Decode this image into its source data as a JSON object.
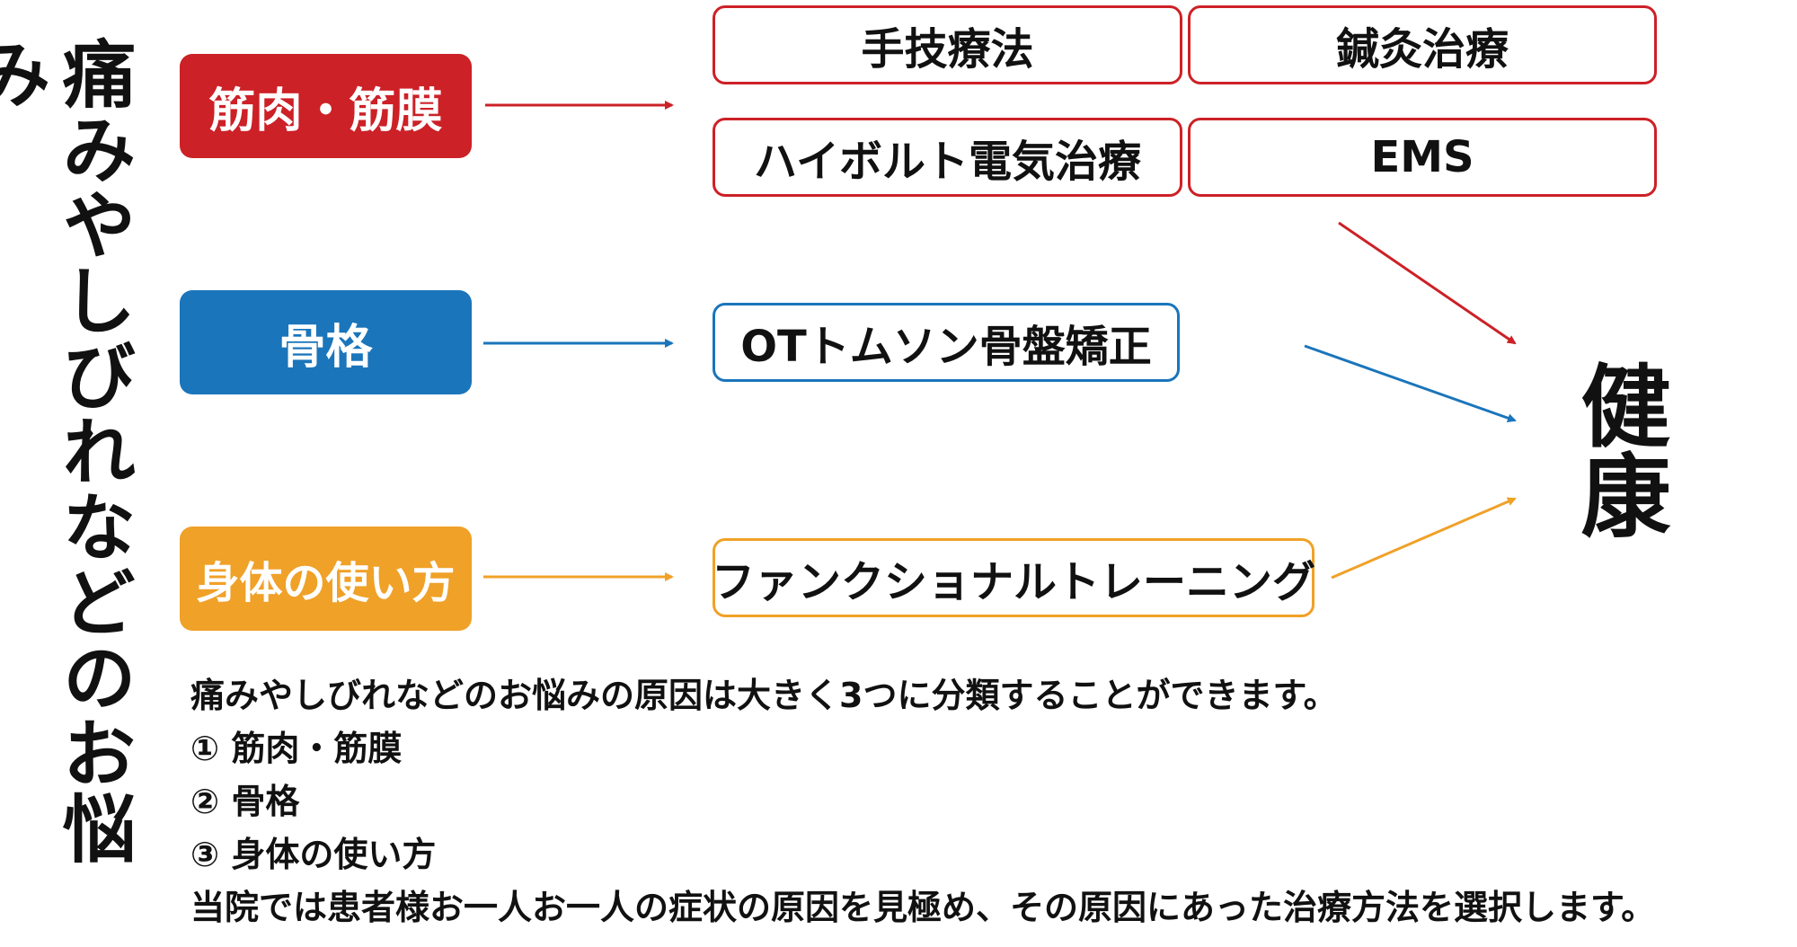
{
  "title_vertical": "痛みやしびれなどのお悩み",
  "colors": {
    "red": "#cc2127",
    "blue": "#1b75bb",
    "orange": "#f0a128"
  },
  "categories": [
    {
      "label": "筋肉・筋膜",
      "color": "red"
    },
    {
      "label": "骨格",
      "color": "blue"
    },
    {
      "label": "身体の使い方",
      "color": "orange"
    }
  ],
  "methods": {
    "manual_therapy": "手技療法",
    "acupuncture": "鍼灸治療",
    "high_volt": "ハイボルト電気治療",
    "ems": "EMS",
    "thompson": "OTトムソン骨盤矯正",
    "functional": "ファンクショナルトレーニング"
  },
  "outcome": "健康",
  "description": {
    "intro": "痛みやしびれなどのお悩みの原因は大きく3つに分類することができます。",
    "item1": "① 筋肉・筋膜",
    "item2": "② 骨格",
    "item3": "③ 身体の使い方",
    "closing": "当院では患者様お一人お一人の症状の原因を見極め、その原因にあった治療方法を選択します。"
  }
}
